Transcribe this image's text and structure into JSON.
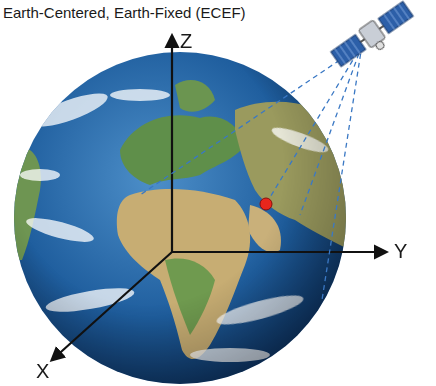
{
  "diagram": {
    "title": "Earth-Centered, Earth-Fixed (ECEF)",
    "labels": [
      "Z",
      "Y",
      "X"
    ]
  }
}
